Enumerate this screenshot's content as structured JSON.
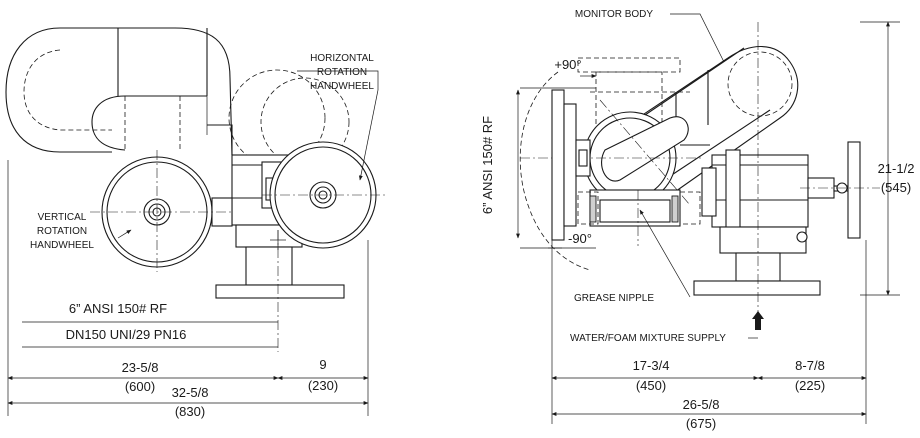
{
  "labels": {
    "horizontal_handwheel": [
      "HORIZONTAL",
      "ROTATION",
      "HANDWHEEL"
    ],
    "vertical_handwheel": [
      "VERTICAL",
      "ROTATION",
      "HANDWHEEL"
    ],
    "flange_left": "6” ANSI 150# RF",
    "standard_left": "DN150 UNI/29 PN16",
    "monitor_body": "MONITOR BODY",
    "flange_vertical": "6” ANSI 150# RF",
    "plus_angle": "+90°",
    "minus_angle": "-90°",
    "grease_nipple": "GREASE NIPPLE",
    "supply": "WATER/FOAM MIXTURE SUPPLY"
  },
  "dimensions": {
    "left_a": {
      "inch": "23-5/8",
      "mm": "(600)"
    },
    "left_b": {
      "inch": "9",
      "mm": "(230)"
    },
    "left_total": {
      "inch": "32-5/8",
      "mm": "(830)"
    },
    "right_a": {
      "inch": "17-3/4",
      "mm": "(450)"
    },
    "right_b": {
      "inch": "8-7/8",
      "mm": "(225)"
    },
    "right_total": {
      "inch": "26-5/8",
      "mm": "(675)"
    },
    "height": {
      "inch": "21-1/2",
      "mm": "(545)"
    }
  },
  "colors": {
    "line": "#1a1a1a",
    "shade": "#cfcfcf",
    "background": "#ffffff"
  }
}
